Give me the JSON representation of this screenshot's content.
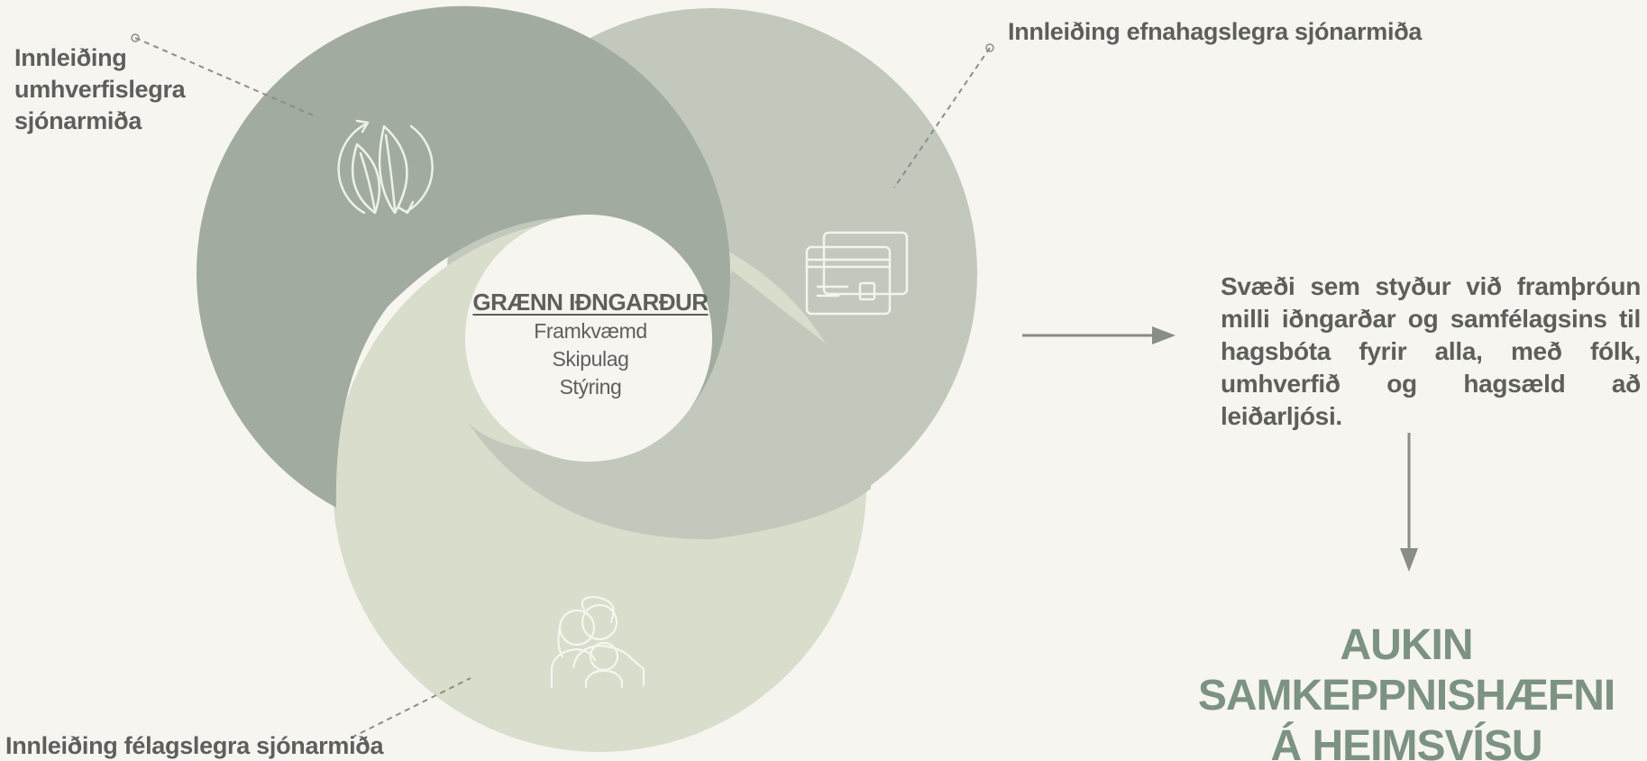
{
  "diagram": {
    "center": {
      "title": "GRÆNN IÐNGARÐUR",
      "items": [
        "Framkvæmd",
        "Skipulag",
        "Stýring"
      ]
    },
    "labels": {
      "environmental": [
        "Innleiðing",
        "umhverfislegra",
        "sjónarmiða"
      ],
      "economic": "Innleiðing efnahagslegra sjónarmiða",
      "social": "Innleiðing félagslegra sjónarmiða"
    },
    "icons": {
      "environmental": "leaf-cycle-icon",
      "economic": "credit-card-icon",
      "social": "family-icon"
    },
    "colors": {
      "environmental": "#a2ab9f",
      "economic": "#c2c8bb",
      "social": "#d9ddcb",
      "background": "#f6f5f0",
      "text": "#5e5f5b",
      "accent": "#7c9283"
    }
  },
  "outcome": {
    "description": "Svæði sem styður við framþróun milli iðngarðar og samfélagsins til hagsbóta fyrir alla, með fólk, umhverfið og hagsæld að leiðarljósi.",
    "headline": [
      "AUKIN SAMKEPPNISHÆFNI",
      "Á HEIMSVÍSU"
    ]
  }
}
